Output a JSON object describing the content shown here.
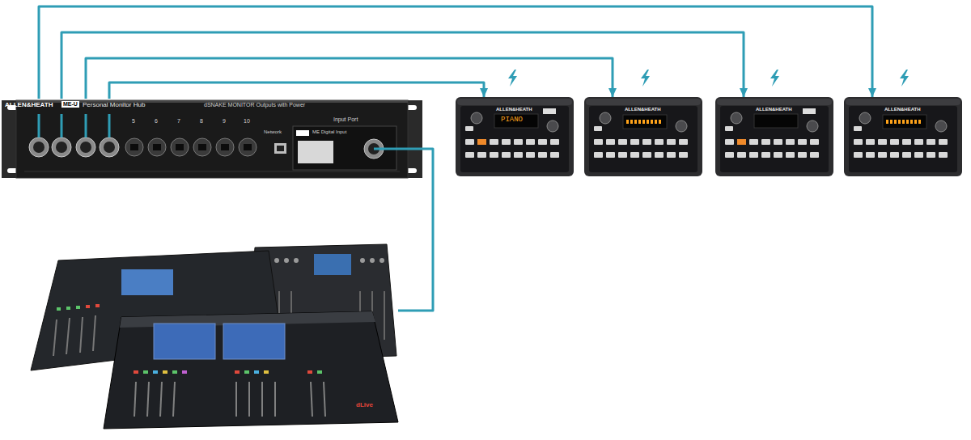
{
  "diagram": {
    "nodes": [
      {
        "text": [
          "ALLEN&HEATH",
          "ME-U",
          "Personal Monitor Hub",
          "dSNAKE MONITOR Outputs with Power",
          "Input Port"
        ]
      },
      {
        "text": [
          "ALLEN&HEATH",
          "PIANO"
        ]
      },
      {
        "text": [
          "ALLEN&HEATH"
        ]
      },
      {
        "text": [
          "ALLEN&HEATH"
        ]
      },
      {
        "text": [
          "ALLEN&HEATH"
        ]
      },
      {
        "text": [
          "dLive"
        ]
      }
    ],
    "edges": [
      {
        "from": 0,
        "to": 1,
        "arrow": "to"
      },
      {
        "from": 0,
        "to": 2,
        "arrow": "to"
      },
      {
        "from": 0,
        "to": 3,
        "arrow": "to"
      },
      {
        "from": 0,
        "to": 4,
        "arrow": "to"
      },
      {
        "from": 5,
        "to": 0,
        "arrow": "none"
      }
    ],
    "labels": [
      "5",
      "6",
      "7",
      "8",
      "9",
      "10",
      "Network",
      "ME Digital Input"
    ]
  }
}
